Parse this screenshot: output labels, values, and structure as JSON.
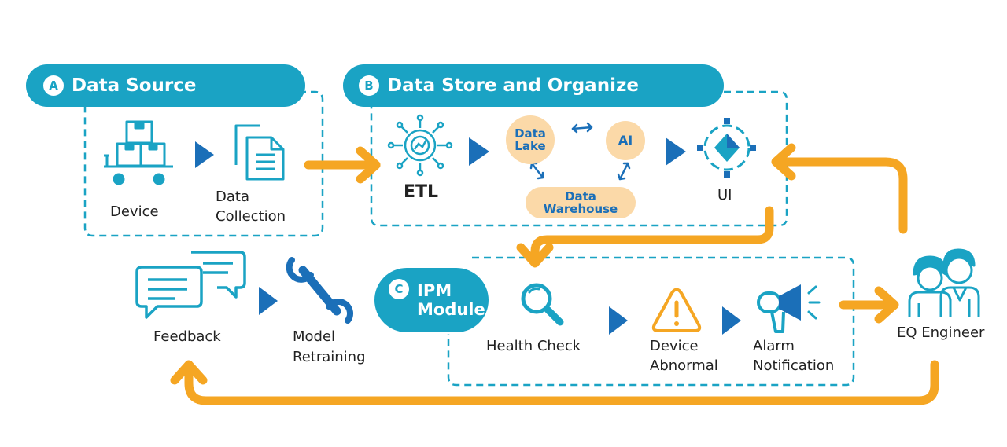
{
  "sections": {
    "a": {
      "badge": "A",
      "title": "Data Source"
    },
    "b": {
      "badge": "B",
      "title": "Data Store and Organize"
    },
    "c": {
      "badge": "C",
      "title_line1": "IPM",
      "title_line2": "Module"
    }
  },
  "nodes": {
    "device": "Device",
    "data_collection_1": "Data",
    "data_collection_2": "Collection",
    "etl": "ETL",
    "data_lake_1": "Data",
    "data_lake_2": "Lake",
    "ai": "AI",
    "data_warehouse_1": "Data",
    "data_warehouse_2": "Warehouse",
    "ui": "UI",
    "feedback": "Feedback",
    "model_retraining_1": "Model",
    "model_retraining_2": "Retraining",
    "health_check": "Health Check",
    "device_abnormal_1": "Device",
    "device_abnormal_2": "Abnormal",
    "alarm_notification_1": "Alarm",
    "alarm_notification_2": "Notification",
    "eq_engineer": "EQ Engineer"
  },
  "colors": {
    "teal": "#1aa3c4",
    "blue": "#1b6fb8",
    "orange": "#f5a623",
    "peach": "#fbd9a8"
  },
  "icons": [
    "cart-boxes-icon",
    "documents-icon",
    "gear-chart-icon",
    "node-diamond-icon",
    "chat-bubbles-icon",
    "wrench-icon",
    "magnifier-icon",
    "warning-icon",
    "megaphone-icon",
    "engineers-icon"
  ]
}
